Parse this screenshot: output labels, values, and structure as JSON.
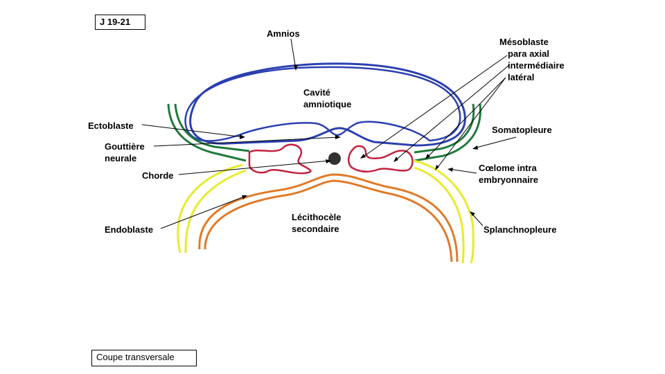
{
  "stage_label": "J 19-21",
  "section_label": "Coupe transversale",
  "labels": {
    "amnios": "Amnios",
    "cavite_1": "Cavité",
    "cavite_2": "amniotique",
    "ectoblaste": "Ectoblaste",
    "gouttiere_1": "Gouttière",
    "gouttiere_2": "neurale",
    "chorde": "Chorde",
    "endoblaste": "Endoblaste",
    "lecithocele_1": "Lécithocèle",
    "lecithocele_2": "secondaire",
    "mesoblaste": "Mésoblaste",
    "para_axial": "para axial",
    "intermediaire": "intermédiaire",
    "lateral": "latéral",
    "somatopleure": "Somatopleure",
    "coelome_1": "Cœlome intra",
    "coelome_2": "embryonnaire",
    "splanchnopleure": "Splanchnopleure"
  },
  "colors": {
    "ectoblast_amnios": "#2b3fb0",
    "somatopleure": "#1f7a3a",
    "splanchnopleure": "#e6ec2a",
    "endoblaste": "#e07a28",
    "mesoblaste": "#c2203e",
    "chorde": "#333333"
  }
}
